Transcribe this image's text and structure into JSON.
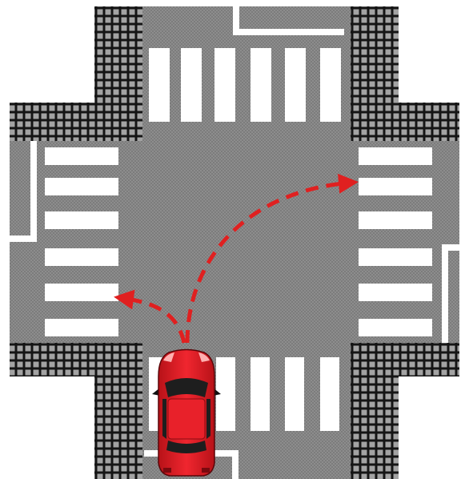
{
  "scene": {
    "kind": "intersection-turn-diagram",
    "colors": {
      "background": "#ffffff",
      "asphalt": "#8a8a8a",
      "sidewalk_tile": "#9a9a9a",
      "sidewalk_grout": "#1a1a1a",
      "crosswalk_stripe": "#ffffff",
      "arrow": "#e02020",
      "car_body": "#e8212a",
      "car_glass": "#1e1e1e"
    },
    "elements": {
      "crosswalks": [
        "north",
        "south",
        "west",
        "east"
      ],
      "lane_markings": [
        "north-stop-line",
        "south-stop-line",
        "west-stop-line",
        "east-stop-line"
      ],
      "arrows": [
        {
          "name": "left-turn-arrow",
          "direction": "left"
        },
        {
          "name": "right-turn-arrow",
          "direction": "right"
        }
      ],
      "car": {
        "name": "red-car",
        "facing": "north",
        "lane": "south approach"
      }
    }
  }
}
